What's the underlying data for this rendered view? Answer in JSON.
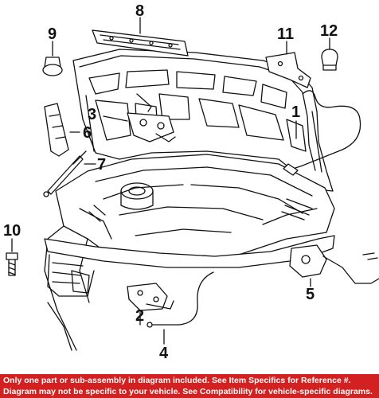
{
  "callouts": {
    "c1": "1",
    "c2": "2",
    "c3": "3",
    "c4": "4",
    "c5": "5",
    "c6": "6",
    "c7": "7",
    "c8": "8",
    "c9": "9",
    "c10": "10",
    "c11": "11",
    "c12": "12"
  },
  "footer": {
    "line1": "Only one part or sub-assembly in diagram included. See Item Specifics for Reference #.",
    "line2": "Diagram may not be specific to your vehicle. See Compatibility for vehicle-specific diagrams."
  },
  "colors": {
    "footer_bg": "#d32020",
    "footer_text": "#ffffff",
    "ink": "#111111"
  }
}
